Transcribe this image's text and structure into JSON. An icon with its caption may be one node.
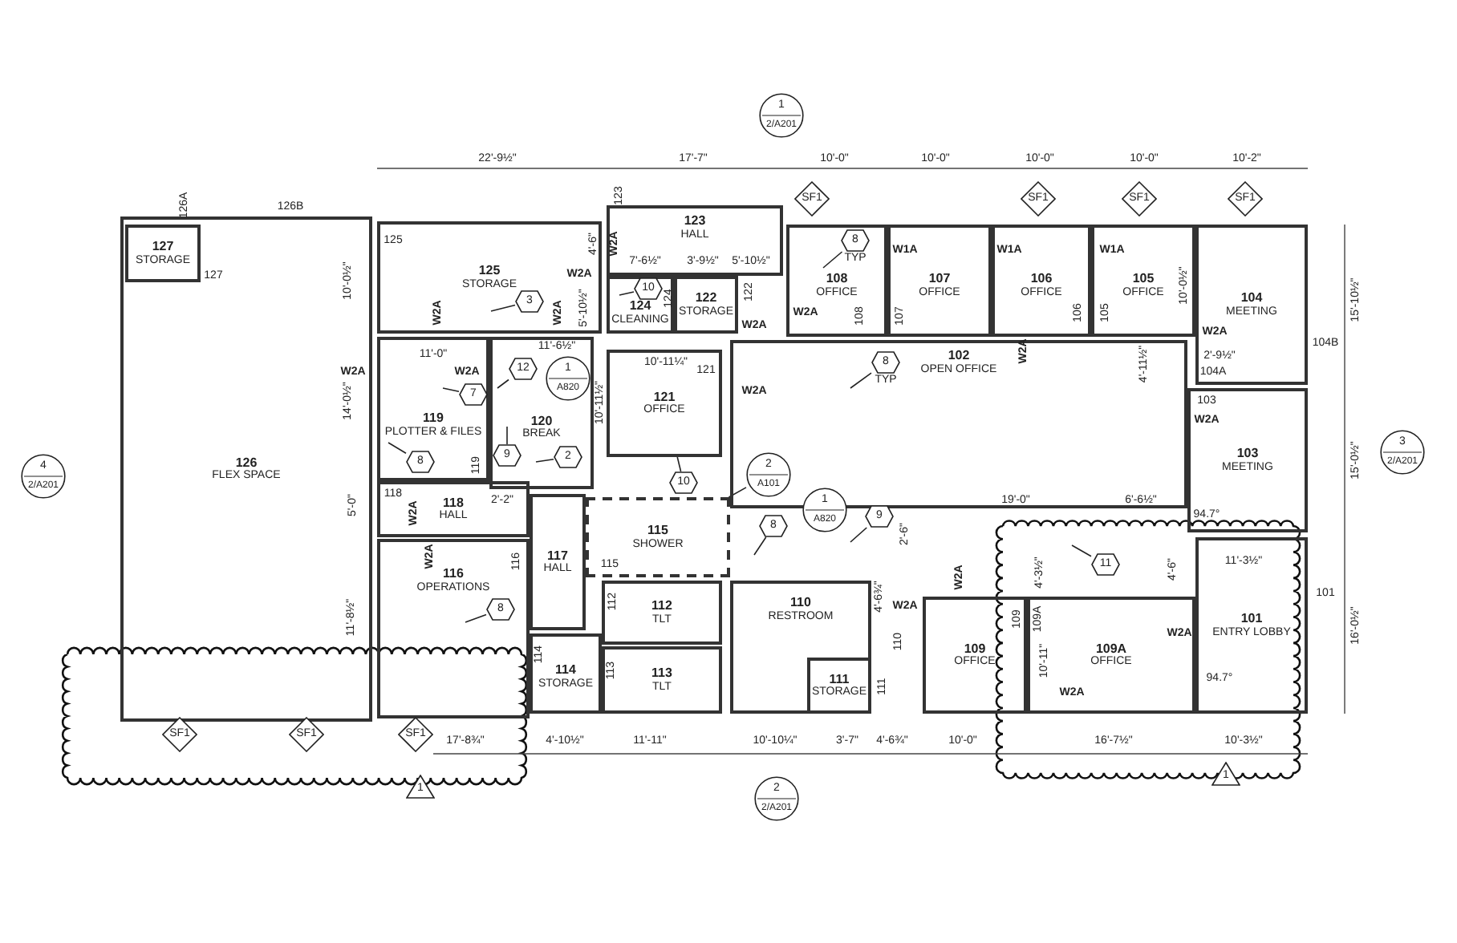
{
  "diagram": {
    "nodes": [
      {
        "text": [
          "127",
          "STORAGE"
        ],
        "in": 1
      },
      {
        "text": [
          "126",
          "FLEX SPACE"
        ]
      },
      {
        "text": [
          "125",
          "STORAGE"
        ]
      },
      {
        "text": [
          "123",
          "HALL"
        ]
      },
      {
        "text": [
          "124",
          "CLEANING"
        ]
      },
      {
        "text": [
          "122",
          "STORAGE"
        ]
      },
      {
        "text": [
          "108",
          "OFFICE"
        ]
      },
      {
        "text": [
          "107",
          "OFFICE"
        ]
      },
      {
        "text": [
          "106",
          "OFFICE"
        ]
      },
      {
        "text": [
          "105",
          "OFFICE"
        ]
      },
      {
        "text": [
          "104",
          "MEETING"
        ]
      },
      {
        "text": [
          "119",
          "PLOTTER & FILES"
        ]
      },
      {
        "text": [
          "120",
          "BREAK"
        ]
      },
      {
        "text": [
          "121",
          "OFFICE"
        ]
      },
      {
        "text": [
          "102",
          "OPEN OFFICE"
        ]
      },
      {
        "text": [
          "103",
          "MEETING"
        ]
      },
      {
        "text": [
          "118",
          "HALL"
        ]
      },
      {
        "text": [
          "116",
          "OPERATIONS"
        ]
      },
      {
        "text": [
          "117",
          "HALL"
        ]
      },
      {
        "text": [
          "115",
          "SHOWER"
        ]
      },
      {
        "text": [
          "114",
          "STORAGE"
        ]
      },
      {
        "text": [
          "112",
          "TLT"
        ]
      },
      {
        "text": [
          "113",
          "TLT"
        ]
      },
      {
        "text": [
          "110",
          "RESTROOM"
        ]
      },
      {
        "text": [
          "111",
          "STORAGE"
        ],
        "in": 23
      },
      {
        "text": [
          "109",
          "OFFICE"
        ]
      },
      {
        "text": [
          "109A",
          "OFFICE"
        ]
      },
      {
        "text": [
          "101",
          "ENTRY LOBBY"
        ]
      },
      {
        "text": [
          "3"
        ],
        "in": 2
      },
      {
        "text": [
          "12"
        ],
        "in": 12
      },
      {
        "text": [
          "7"
        ],
        "in": 11
      },
      {
        "text": [
          "8"
        ],
        "in": 11
      },
      {
        "text": [
          "2"
        ],
        "in": 12
      },
      {
        "text": [
          "9"
        ],
        "in": 12
      },
      {
        "text": [
          "10"
        ],
        "in": 4
      },
      {
        "text": [
          "8"
        ],
        "beside": [
          "TYP"
        ],
        "in": 6
      },
      {
        "text": [
          "8"
        ],
        "beside": [
          "TYP"
        ],
        "in": 14
      },
      {
        "text": [
          "10"
        ]
      },
      {
        "text": [
          "8"
        ]
      },
      {
        "text": [
          "9"
        ]
      },
      {
        "text": [
          "11"
        ]
      },
      {
        "text": [
          "8"
        ],
        "in": 17
      },
      {
        "text": [
          "1",
          "2/A201"
        ]
      },
      {
        "text": [
          "2",
          "2/A201"
        ]
      },
      {
        "text": [
          "3",
          "2/A201"
        ]
      },
      {
        "text": [
          "4",
          "2/A201"
        ]
      },
      {
        "text": [
          "2",
          "A101"
        ],
        "in": 14
      },
      {
        "text": [
          "1",
          "A820"
        ]
      },
      {
        "text": [
          "1",
          "A820"
        ],
        "in": 12
      },
      {
        "text": [
          "1"
        ]
      },
      {
        "text": [
          "1"
        ]
      },
      {
        "text": [
          "SF1"
        ]
      },
      {
        "text": [
          "SF1"
        ]
      },
      {
        "text": [
          "SF1"
        ]
      },
      {
        "text": [
          "SF1"
        ]
      },
      {
        "text": [
          "SF1"
        ]
      },
      {
        "text": [
          "SF1"
        ]
      },
      {
        "text": [
          "SF1"
        ]
      }
    ],
    "edges": [
      {
        "from": 28,
        "to": null,
        "arrow": "none"
      },
      {
        "from": 29,
        "to": null,
        "arrow": "none"
      },
      {
        "from": 30,
        "to": null,
        "arrow": "none"
      },
      {
        "from": 31,
        "to": null,
        "arrow": "none"
      },
      {
        "from": 32,
        "to": null,
        "arrow": "none"
      },
      {
        "from": 33,
        "to": null,
        "arrow": "none"
      },
      {
        "from": 34,
        "to": null,
        "arrow": "none"
      },
      {
        "from": 35,
        "to": null,
        "arrow": "none"
      },
      {
        "from": 36,
        "to": null,
        "arrow": "none"
      },
      {
        "from": 37,
        "to": 13,
        "arrow": "none"
      },
      {
        "from": 38,
        "to": null,
        "arrow": "none"
      },
      {
        "from": 39,
        "to": null,
        "arrow": "none"
      },
      {
        "from": 40,
        "to": null,
        "arrow": "none"
      },
      {
        "from": 41,
        "to": null,
        "arrow": "none"
      },
      {
        "from": 46,
        "to": 19,
        "arrow": "none"
      }
    ],
    "labels": [
      "22'-9½\"",
      "17'-7\"",
      "10'-0\"",
      "10'-0\"",
      "10'-0\"",
      "10'-0\"",
      "10'-2\"",
      "126B",
      "126A",
      "127",
      "125",
      "123",
      "4'-6\"",
      "W2A",
      "7'-6½\"",
      "3'-9½\"",
      "5'-10½\"",
      "W1A",
      "W1A",
      "W1A",
      "10'-0½\"",
      "W2A",
      "W2A",
      "W2A",
      "5'-10½\"",
      "124",
      "122",
      "W2A",
      "W2A",
      "108",
      "107",
      "106",
      "105",
      "10'-0½\"",
      "W2A",
      "104B",
      "15'-10½\"",
      "W2A",
      "4'-11½\"",
      "2'-9½\"",
      "104A",
      "103",
      "11'-0\"",
      "11'-6½\"",
      "W2A",
      "W2A",
      "10'-11¼\"",
      "121",
      "10'-11½\"",
      "W2A",
      "14'-0½\"",
      "W2A",
      "15'-0½\"",
      "119",
      "118",
      "2'-2\"",
      "5'-0\"",
      "W2A",
      "19'-0\"",
      "6'-6½\"",
      "94.7°",
      "2'-6\"",
      "W2A",
      "116",
      "115",
      "W2A",
      "4'-3½\"",
      "4'-6\"",
      "11'-3½\"",
      "112",
      "4'-6¾\"",
      "W2A",
      "110",
      "109",
      "109A",
      "W2A",
      "101",
      "11'-8½\"",
      "16'-0½\"",
      "10'-11\"",
      "114",
      "113",
      "111",
      "W2A",
      "94.7°",
      "17'-8¾\"",
      "4'-10½\"",
      "11'-11\"",
      "10'-10¼\"",
      "3'-7\"",
      "4'-6¾\"",
      "10'-0\"",
      "16'-7½\"",
      "10'-3½\""
    ]
  }
}
